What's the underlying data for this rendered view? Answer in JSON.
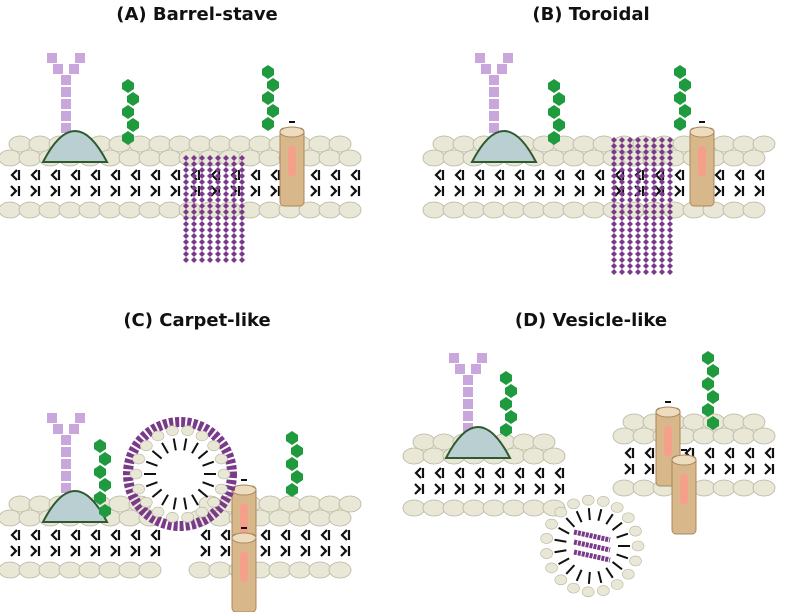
{
  "panels": [
    {
      "id": "A",
      "label": "(A)  Barrel-stave"
    },
    {
      "id": "B",
      "label": "(B)  Toroidal"
    },
    {
      "id": "C",
      "label": "(C)  Carpet-like"
    },
    {
      "id": "D",
      "label": "(D)  Vesicle-like"
    }
  ],
  "colors": {
    "lipid_head": "#e9e7d6",
    "lipid_tail": "#111111",
    "peptide": "#7a3a8a",
    "receptor": "#c9a6dc",
    "glycan": "#1f9a3e",
    "channel": "#d8b88a",
    "dome": "#b9cfd1"
  },
  "icons": [
    "antibody-receptor-icon",
    "glycan-chain-icon",
    "ion-channel-icon",
    "membrane-dome-icon"
  ]
}
